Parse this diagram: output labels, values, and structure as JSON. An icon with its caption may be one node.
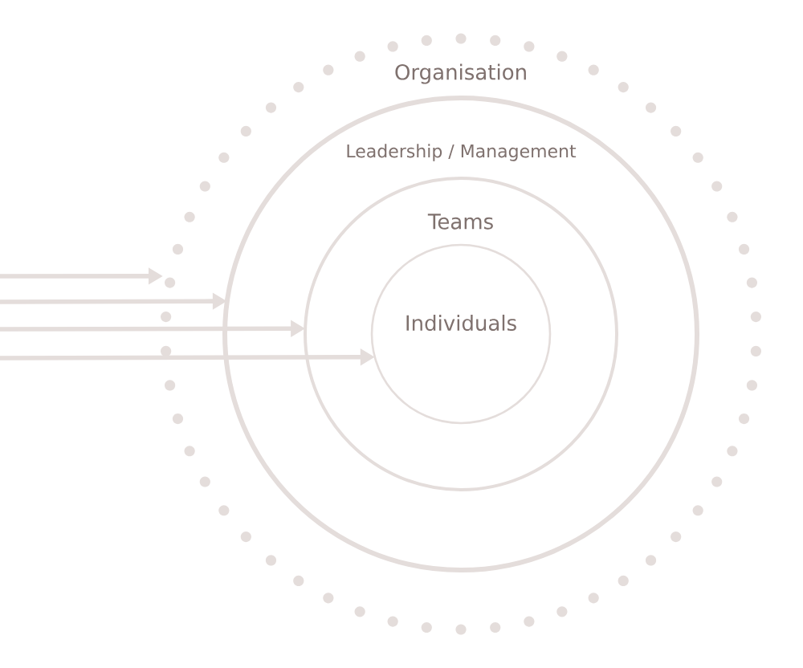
{
  "diagram": {
    "nodes": [
      {
        "text": [
          "Organisation"
        ]
      },
      {
        "text": [
          "Leadership / Management"
        ],
        "in": 0
      },
      {
        "text": [
          "Teams"
        ],
        "in": 1
      },
      {
        "text": [
          "Individuals"
        ],
        "in": 2
      }
    ],
    "edges": [
      {
        "from": null,
        "to": 0,
        "arrow": "to"
      },
      {
        "from": null,
        "to": 1,
        "arrow": "to"
      },
      {
        "from": null,
        "to": 2,
        "arrow": "to"
      },
      {
        "from": null,
        "to": 3,
        "arrow": "to"
      }
    ]
  }
}
